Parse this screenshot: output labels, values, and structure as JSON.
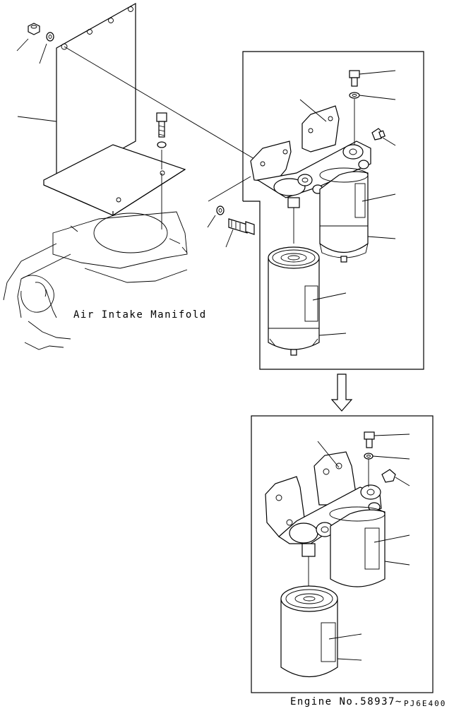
{
  "diagram": {
    "manifold_label": "Air  Intake Manifold",
    "engine_label": "Engine No.58937~",
    "drawing_code": "PJ6E400"
  }
}
